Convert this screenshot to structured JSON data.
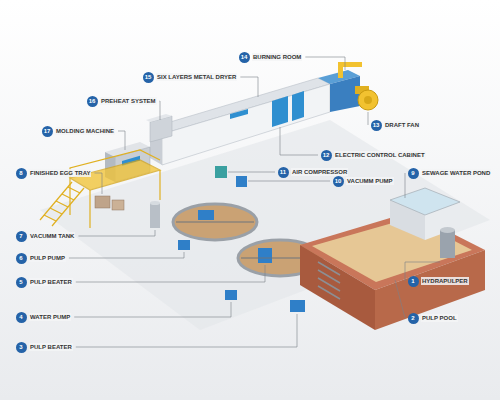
{
  "diagram": {
    "labels": [
      "14",
      "BURNING ROOM",
      "15",
      "SIX LAYERS METAL DRYER",
      "16",
      "PREHEAT SYSTEM",
      "13",
      "DRAFT FAN",
      "17",
      "MOLDING MACHINE",
      "12",
      "ELECTRIC CONTROL CABINET",
      "11",
      "AIR COMPRESSOR",
      "8",
      "FINISHED EGG TRAY",
      "9",
      "SEWAGE WATER POND",
      "10",
      "VACUMM PUMP",
      "7",
      "VACUMM TANK",
      "6",
      "PULP PUMP",
      "5",
      "PULP BEATER",
      "1",
      "HYDRAPULPER",
      "4",
      "WATER PUMP",
      "2",
      "PULP POOL",
      "3",
      "PULP BEATER"
    ]
  }
}
